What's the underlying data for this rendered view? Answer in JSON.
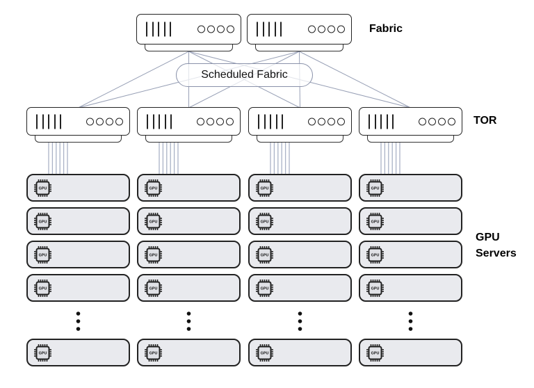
{
  "labels": {
    "fabric": "Fabric",
    "tor": "TOR",
    "gpu_servers": "GPU Servers",
    "scheduled_fabric": "Scheduled Fabric",
    "chip": "GPU"
  },
  "topology": {
    "fabric_switch_count": 2,
    "tor_switch_count": 4,
    "server_columns": 4,
    "server_rows_shown_per_column": 5,
    "ellipsis_dots_per_column": 3,
    "cables_per_tor": 6,
    "fabric_to_tor_links_per_fabric_switch": 4
  },
  "colors": {
    "link_line": "#98a0b6",
    "cable_line": "#aab2c6",
    "server_fill": "#e9eaee",
    "outline": "#222222",
    "pill_border": "#8a92aa",
    "dot": "#111111",
    "background": "#ffffff"
  }
}
